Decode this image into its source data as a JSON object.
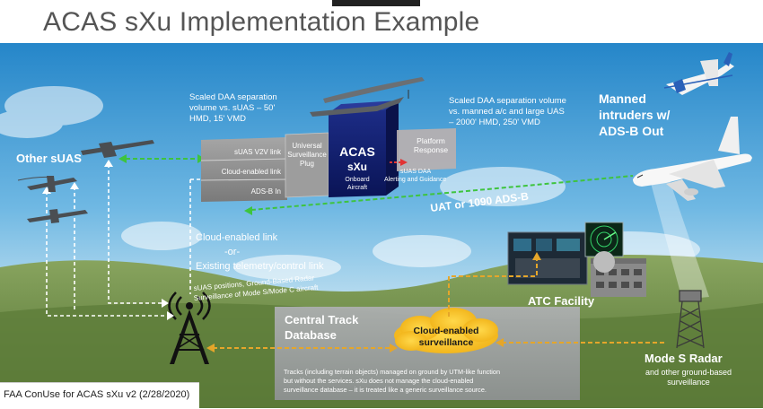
{
  "title": "ACAS sXu Implementation Example",
  "footer": "FAA ConUse for ACAS sXu v2 (2/28/2020)",
  "labels": {
    "other_suas": "Other sUAS",
    "scaled_left": [
      "Scaled DAA separation",
      "volume vs. sUAS – 50'",
      "HMD, 15' VMD"
    ],
    "scaled_right": [
      "Scaled DAA separation volume",
      "vs. manned a/c and large UAS",
      "– 2000' HMD, 250' VMD"
    ],
    "manned": [
      "Manned",
      "intruders w/",
      "ADS-B Out"
    ],
    "v2v": "sUAS V2V link",
    "cloud_link_box": "Cloud-enabled link",
    "adsb_in": "ADS-B In",
    "universal": [
      "Universal",
      "Surveillance",
      "Plug"
    ],
    "acas_big": [
      "ACAS",
      "sXu"
    ],
    "acas_small": [
      "Onboard",
      "Aircraft"
    ],
    "platform": [
      "Platform",
      "Response"
    ],
    "suas_daa": [
      "sUAS DAA",
      "Alerting and Guidance"
    ],
    "uat": "UAT or 1090 ADS-B",
    "cloud_or": [
      "Cloud-enabled link",
      "-or-",
      "Existing telemetry/control link"
    ],
    "suas_positions": [
      "sUAS positions, Ground-Based Radar",
      "Surveillance of Mode S/Mode C aircraft"
    ],
    "atc": "ATC Facility",
    "ctd": [
      "Central Track",
      "Database"
    ],
    "cloud_surv": [
      "Cloud-enabled",
      "surveillance"
    ],
    "mode_s": "Mode S Radar",
    "mode_s_sub": [
      "and other ground-based",
      "surveillance"
    ],
    "tracks": [
      "Tracks (including terrain objects) managed on ground by UTM-like function",
      "but without the services.  sXu does not manage the cloud-enabled",
      "surveillance database – it is treated like a generic surveillance source."
    ]
  },
  "colors": {
    "sky_top": "#2f8fcf",
    "sky_mid": "#86c7ea",
    "ground": "#6f8f4a",
    "acas_navy": "#0f1f6e",
    "box_gray": "#8d8d8d",
    "panel_gray": "#9a9a9a",
    "platform_red": "#b9b0b0",
    "cloud_yellow": "#f6c21d",
    "arrow_green": "#3ec43e",
    "arrow_orange": "#e5a62a"
  },
  "icons": [
    "radio-tower-icon",
    "drone-icon",
    "small-plane-icon",
    "airliner-icon",
    "radar-dish-icon",
    "atc-building-icon",
    "radar-tower-icon",
    "cloud-icon"
  ]
}
